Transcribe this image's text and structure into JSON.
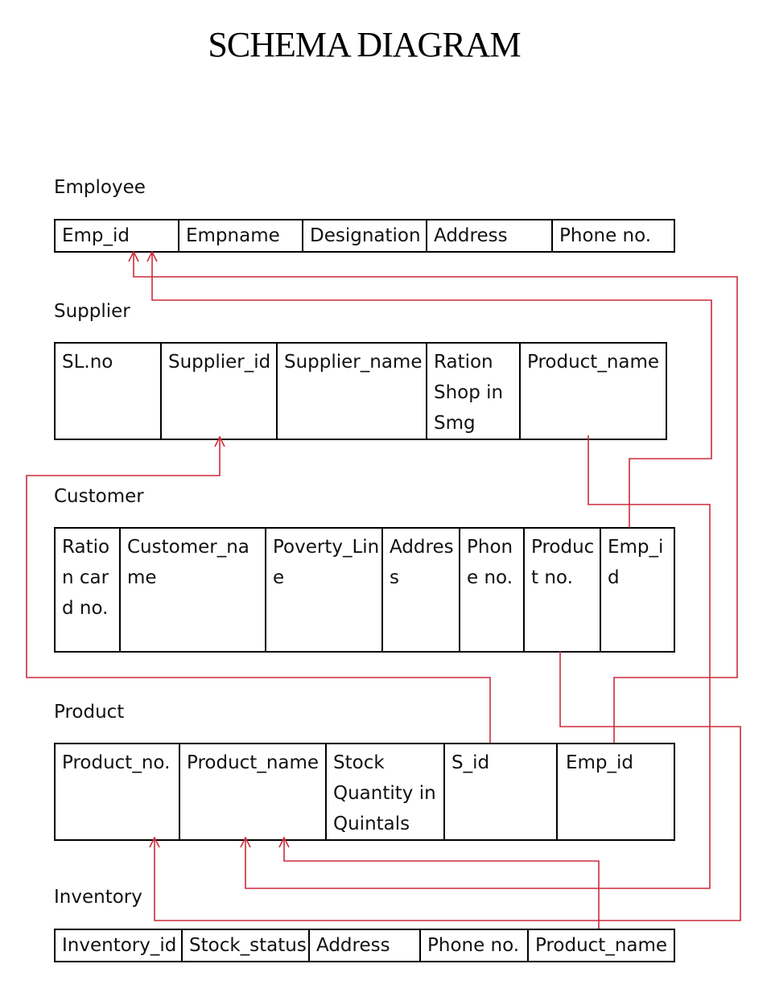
{
  "title": "SCHEMA DIAGRAM",
  "link_color": "#cc2b3b",
  "tables": {
    "employee": {
      "name": "Employee",
      "columns": [
        "Emp_id",
        "Empname",
        "Designation",
        "Address",
        "Phone no."
      ]
    },
    "supplier": {
      "name": "Supplier",
      "columns": [
        "SL.no",
        "Supplier_id",
        "Supplier_name",
        "Ration Shop in Smg",
        "Product_name"
      ]
    },
    "customer": {
      "name": "Customer",
      "columns": [
        "Ration card no.",
        "Customer_name",
        "Poverty_Line",
        "Address",
        "Phone no.",
        "Product no.",
        "Emp_id"
      ]
    },
    "product": {
      "name": "Product",
      "columns": [
        "Product_no.",
        "Product_name",
        "Stock Quantity in Quintals",
        "S_id",
        "Emp_id"
      ]
    },
    "inventory": {
      "name": "Inventory",
      "columns": [
        "Inventory_id",
        "Stock_status",
        "Address",
        "Phone no.",
        "Product_name"
      ]
    }
  },
  "relationships": [
    {
      "from": "Customer.Emp_id",
      "to": "Employee.Emp_id"
    },
    {
      "from": "Product.Emp_id",
      "to": "Employee.Emp_id"
    },
    {
      "from": "Product.S_id",
      "to": "Supplier.Supplier_id"
    },
    {
      "from": "Supplier.Product_name",
      "to": "Product.Product_name"
    },
    {
      "from": "Customer.Product no.",
      "to": "Product.Product_no."
    },
    {
      "from": "Inventory.Product_name",
      "to": "Product.Product_name"
    }
  ]
}
